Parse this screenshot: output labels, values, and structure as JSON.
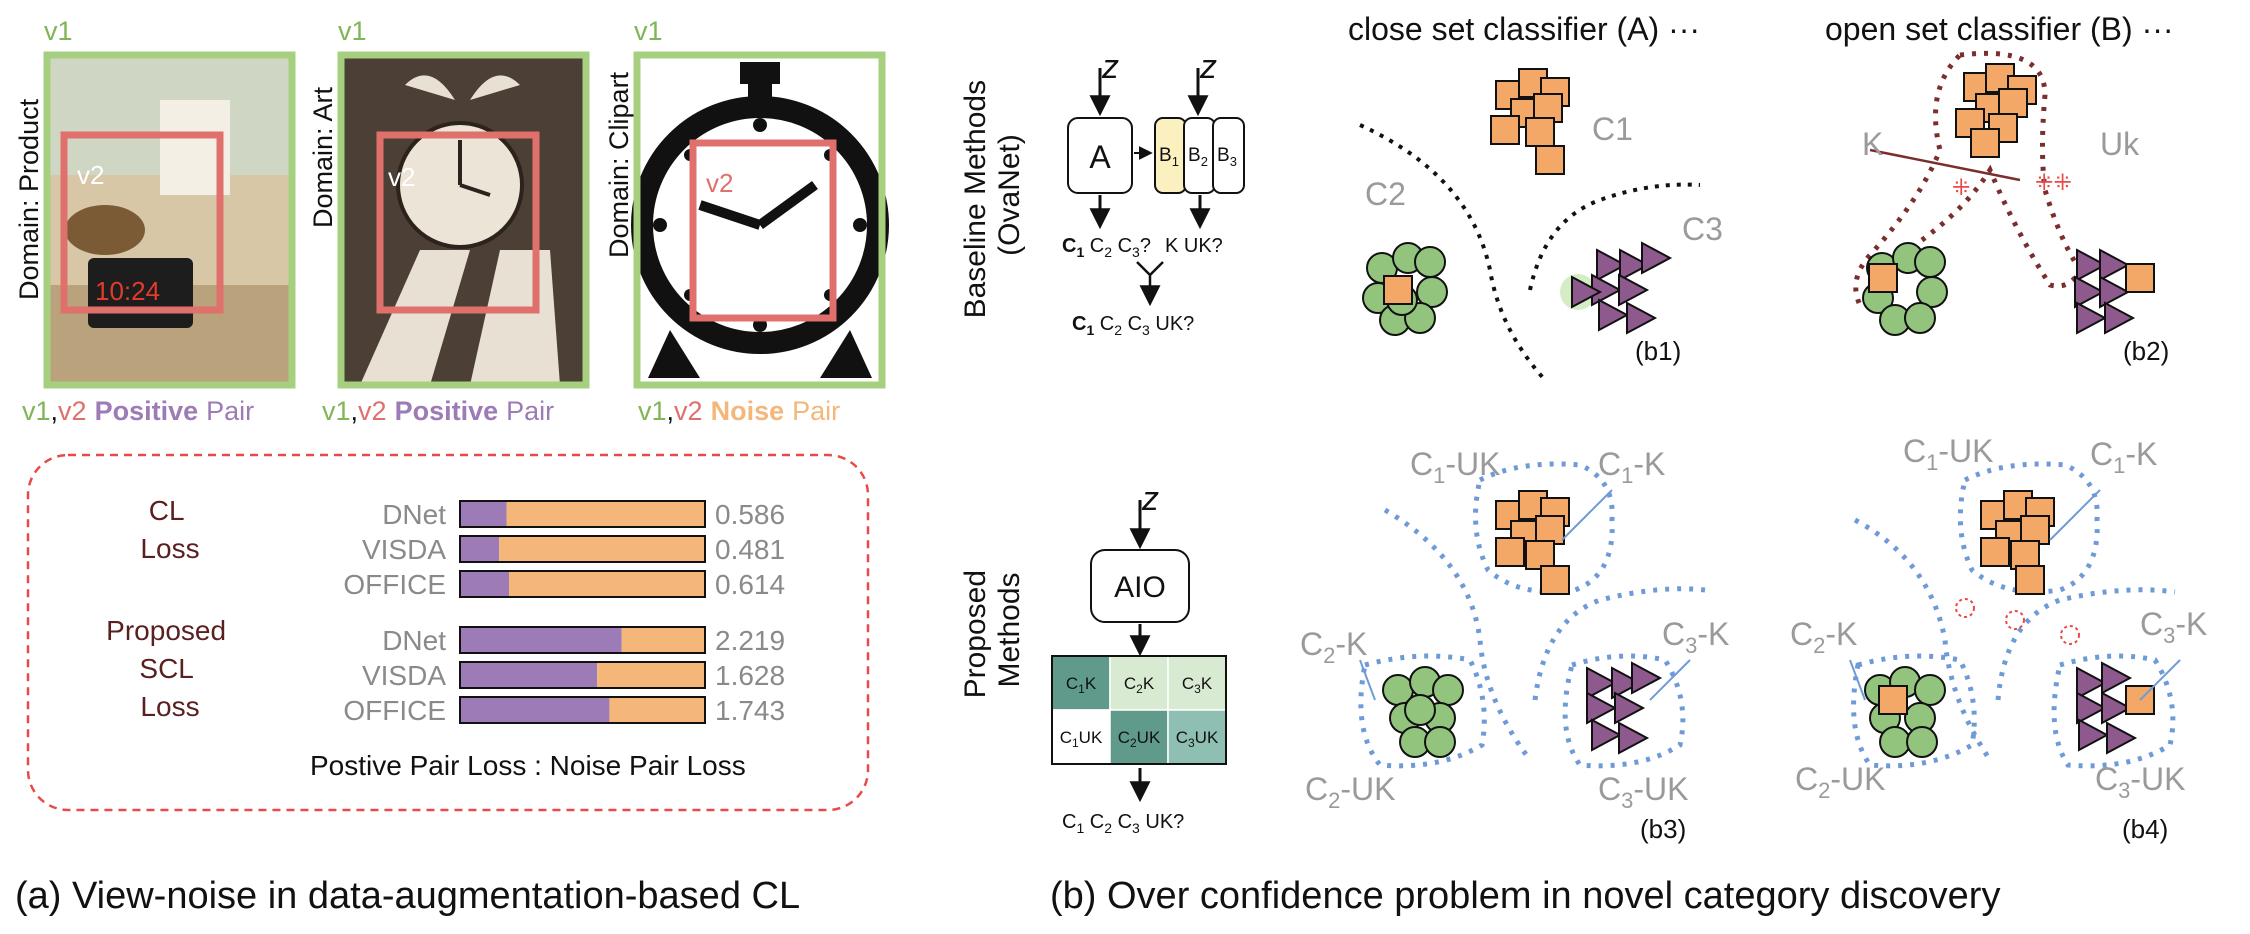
{
  "colors": {
    "green_frame": "#a6d07f",
    "red_view": "#e0706c",
    "purple": "#9c7bb6",
    "orange": "#f4b679",
    "dashed_red": "#e84a4a",
    "blue_dotted": "#6f9ad8",
    "brown_dotted": "#7a2e2e",
    "green_circle": "#92c47e",
    "orange_square": "#f3a868",
    "purple_triangle": "#8e5a8e",
    "teal_dark": "#5f9a8b",
    "teal_light": "#d9ead3",
    "yellow_cell": "#fbf0c0",
    "gray_text": "#9a9a9a"
  },
  "panel_a": {
    "images": [
      {
        "domain_label": "Domain: Product",
        "v1": "v1",
        "v2": "v2",
        "pair_v1": "v1",
        "pair_comma": ",",
        "pair_v2": "v2",
        "pair_kind": "Positive",
        "pair_word": "Pair"
      },
      {
        "domain_label": "Domain: Art",
        "v1": "v1",
        "v2": "v2",
        "pair_v1": "v1",
        "pair_comma": ",",
        "pair_v2": "v2",
        "pair_kind": "Positive",
        "pair_word": "Pair"
      },
      {
        "domain_label": "Domain: Clipart",
        "v1": "v1",
        "v2": "v2",
        "pair_v1": "v1",
        "pair_comma": ",",
        "pair_v2": "v2",
        "pair_kind": "Noise",
        "pair_word": "Pair"
      }
    ],
    "cl_loss_label": [
      "CL",
      "Loss"
    ],
    "scl_loss_label": [
      "Proposed",
      "SCL",
      "Loss"
    ],
    "cl_bars": [
      {
        "dataset": "DNet",
        "value": "0.586",
        "positive_fraction": 0.19
      },
      {
        "dataset": "VISDA",
        "value": "0.481",
        "positive_fraction": 0.16
      },
      {
        "dataset": "OFFICE",
        "value": "0.614",
        "positive_fraction": 0.2
      }
    ],
    "scl_bars": [
      {
        "dataset": "DNet",
        "value": "2.219",
        "positive_fraction": 0.66
      },
      {
        "dataset": "VISDA",
        "value": "1.628",
        "positive_fraction": 0.56
      },
      {
        "dataset": "OFFICE",
        "value": "1.743",
        "positive_fraction": 0.61
      }
    ],
    "ratio_label": "Postive Pair Loss : Noise Pair Loss",
    "caption": "(a) View-noise in data-augmentation-based CL"
  },
  "panel_b": {
    "baseline_label": [
      "Baseline Methods",
      "(OvaNet)"
    ],
    "proposed_label": [
      "Proposed",
      "Methods"
    ],
    "z": "z",
    "box_a": "A",
    "b_cells": [
      "B",
      "B",
      "B"
    ],
    "b_subs": [
      "1",
      "2",
      "3"
    ],
    "out_a": {
      "c": "C",
      "s1": "1",
      "rest": " C",
      "s2": "2",
      "rest2": " C",
      "s3": "3",
      "q": "?"
    },
    "out_b": "K UK?",
    "out_final": {
      "c": "C",
      "s1": "1",
      "t2": " C",
      "s2": "2",
      "t3": " C",
      "s3": "3",
      "uk": " UK?"
    },
    "aio": "AIO",
    "grid": [
      [
        {
          "c": "C",
          "s": "1",
          "k": "K"
        },
        {
          "c": "C",
          "s": "2",
          "k": "K"
        },
        {
          "c": "C",
          "s": "3",
          "k": "K"
        }
      ],
      [
        {
          "c": "C",
          "s": "1",
          "k": "UK"
        },
        {
          "c": "C",
          "s": "2",
          "k": "UK"
        },
        {
          "c": "C",
          "s": "3",
          "k": "UK"
        }
      ]
    ],
    "aio_out": {
      "c": "C",
      "s1": "1",
      "t2": " C",
      "s2": "2",
      "t3": " C",
      "s3": "3",
      "uk": " UK?"
    },
    "close_title": "close set classifier (A) ···",
    "open_title": "open set classifier (B) ···",
    "b1": {
      "c1": "C1",
      "c2": "C2",
      "c3": "C3",
      "tag": "(b1)"
    },
    "b2": {
      "k": "K",
      "uk": "Uk",
      "tag": "(b2)"
    },
    "b3": {
      "c1k": {
        "c": "C",
        "s": "1",
        "t": "-K"
      },
      "c1uk": {
        "c": "C",
        "s": "1",
        "t": "-UK"
      },
      "c2k": {
        "c": "C",
        "s": "2",
        "t": "-K"
      },
      "c2uk": {
        "c": "C",
        "s": "2",
        "t": "-UK"
      },
      "c3k": {
        "c": "C",
        "s": "3",
        "t": "-K"
      },
      "c3uk": {
        "c": "C",
        "s": "3",
        "t": "-UK"
      },
      "tag": "(b3)"
    },
    "b4": {
      "c1k": {
        "c": "C",
        "s": "1",
        "t": "-K"
      },
      "c1uk": {
        "c": "C",
        "s": "1",
        "t": "-UK"
      },
      "c2k": {
        "c": "C",
        "s": "2",
        "t": "-K"
      },
      "c2uk": {
        "c": "C",
        "s": "2",
        "t": "-UK"
      },
      "c3k": {
        "c": "C",
        "s": "3",
        "t": "-K"
      },
      "c3uk": {
        "c": "C",
        "s": "3",
        "t": "-UK"
      },
      "tag": "(b4)"
    },
    "caption": "(b) Over confidence problem in novel category discovery"
  }
}
